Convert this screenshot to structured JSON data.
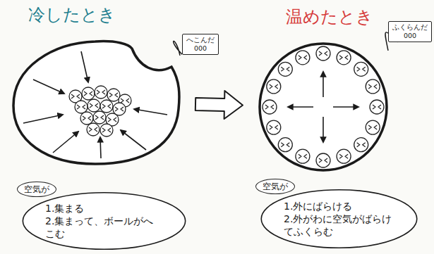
{
  "diagram": {
    "nodes": [
      {
        "text": [
          "冷したとき"
        ]
      },
      {
        "text": [
          "へこんだ",
          "000"
        ]
      },
      {
        "text": [
          "温めたとき"
        ]
      },
      {
        "text": [
          "ふくらんだ",
          "000"
        ]
      },
      {
        "text": [
          "1.集まる",
          "2.集まって、ボールがへこむ"
        ]
      },
      {
        "text": [
          "空気が"
        ],
        "in": 4
      },
      {
        "text": [
          "1.外にばらける",
          "2.外がわに空気がばらけてふくらむ"
        ]
      },
      {
        "text": [
          "空気が"
        ],
        "in": 6
      }
    ],
    "edges": [
      {
        "from": 0,
        "to": 1,
        "arrow": "none"
      },
      {
        "from": 0,
        "to": 2,
        "arrow": "to"
      },
      {
        "from": 2,
        "to": 3,
        "arrow": "none"
      }
    ]
  }
}
